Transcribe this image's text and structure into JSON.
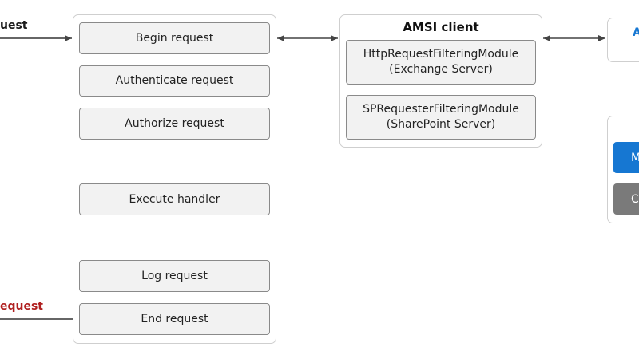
{
  "left_labels": {
    "incoming": "uest",
    "outgoing": "equest"
  },
  "pipeline": {
    "steps": [
      "Begin request",
      "Authenticate request",
      "Authorize request",
      "Execute handler",
      "Log request",
      "End request"
    ]
  },
  "amsi": {
    "title": "AMSI client",
    "modules": [
      {
        "line1": "HttpRequestFilteringModule",
        "line2": "(Exchange Server)"
      },
      {
        "line1": "SPRequesterFilteringModule",
        "line2": "(SharePoint Server)"
      }
    ]
  },
  "right_panel": {
    "top_label": "A",
    "button_blue": "M",
    "button_gray": "C"
  },
  "colors": {
    "accent_blue": "#1677d2",
    "neutral_gray": "#7a7a7a",
    "alert_red": "#b02020"
  }
}
